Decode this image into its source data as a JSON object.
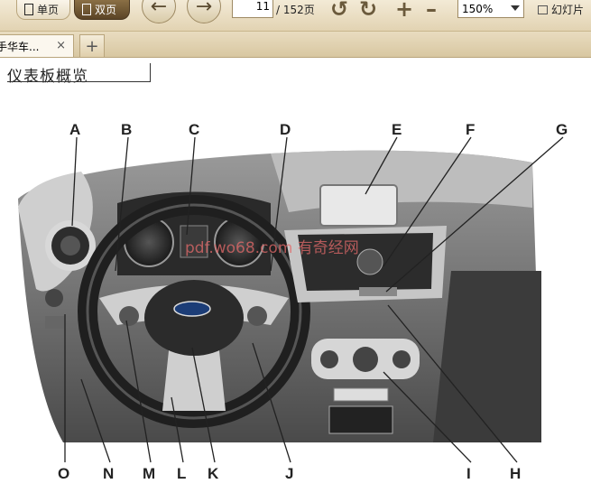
{
  "toolbar": {
    "single_page": "单页",
    "double_page": "双页",
    "current_page": "11",
    "page_total": "/ 152页",
    "zoom": "150%",
    "slideshow": "幻灯片",
    "icons": [
      "back-arrow-icon",
      "forward-arrow-icon",
      "rotate-left-icon",
      "rotate-right-icon",
      "zoom-in-icon",
      "zoom-out-icon"
    ]
  },
  "tabs": [
    {
      "label": "手华车...",
      "close": "×"
    }
  ],
  "new_tab": "+",
  "document": {
    "title": "仪表板概览",
    "watermark": "pdf.wo68.com 有奇经网",
    "callouts_top": [
      "A",
      "B",
      "C",
      "D",
      "E",
      "F",
      "G"
    ],
    "callouts_bottom": [
      "O",
      "N",
      "M",
      "L",
      "K",
      "J",
      "I",
      "H"
    ]
  }
}
